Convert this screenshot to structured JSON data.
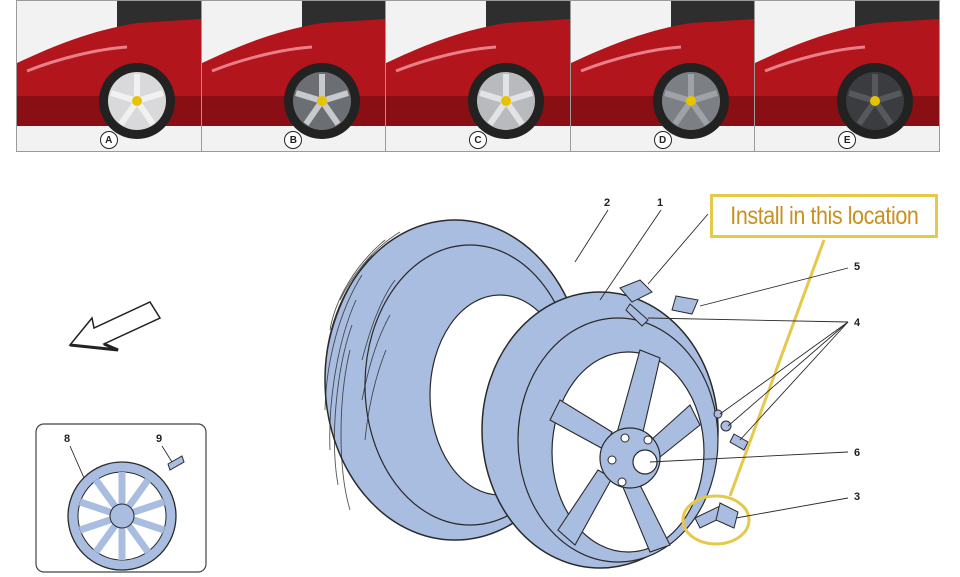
{
  "variants": [
    {
      "label": "A",
      "wheel_finish": "#d9d9db",
      "spoke_color": "#f1f1f1"
    },
    {
      "label": "B",
      "wheel_finish": "#6b6e73",
      "spoke_color": "#c7c9cc"
    },
    {
      "label": "C",
      "wheel_finish": "#b8babd",
      "spoke_color": "#e2e3e5"
    },
    {
      "label": "D",
      "wheel_finish": "#7c7f84",
      "spoke_color": "#9fa2a6"
    },
    {
      "label": "E",
      "wheel_finish": "#3a3c3f",
      "spoke_color": "#55585c"
    }
  ],
  "callouts": {
    "c1": "1",
    "c2": "2",
    "c3": "3",
    "c4": "4",
    "c5": "5",
    "c6": "6",
    "c8": "8",
    "c9": "9"
  },
  "annotation": {
    "text": "Install in this location",
    "color": "#e6c84a",
    "text_color": "#c8901f"
  },
  "colors": {
    "part_fill": "#a9bde0",
    "line": "#2a2a2a",
    "car_red": "#b3151c"
  }
}
